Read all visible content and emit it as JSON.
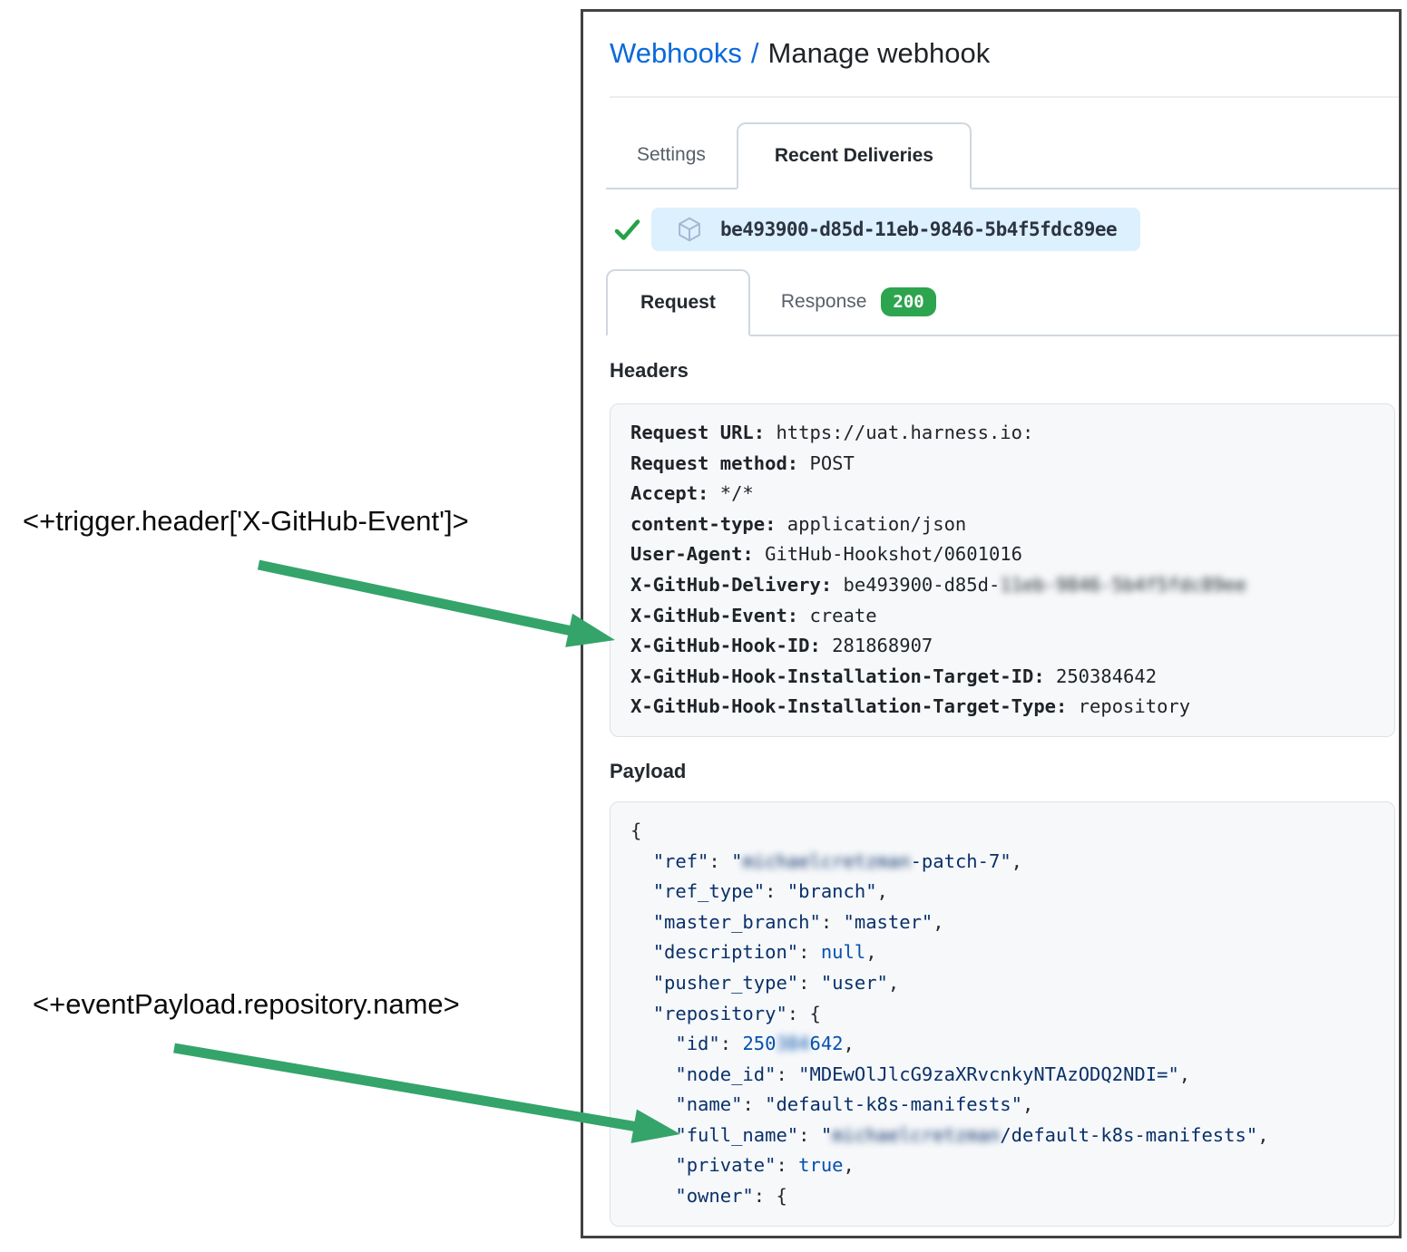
{
  "annotations": [
    {
      "text": "<+trigger.header['X-GitHub-Event']>"
    },
    {
      "text": "<+eventPayload.repository.name>"
    }
  ],
  "colors": {
    "link_blue": "#0969da",
    "badge_bg": "#ddf0fe",
    "success_green": "#2da44e",
    "check_green": "#26a148",
    "arrow_green": "#34a46a",
    "json_string": "#0a3069",
    "json_constant": "#0550ae"
  },
  "panel": {
    "breadcrumb": {
      "link": "Webhooks",
      "separator": "/",
      "current": "Manage webhook"
    },
    "tabs": [
      {
        "label": "Settings",
        "active": false
      },
      {
        "label": "Recent Deliveries",
        "active": true
      }
    ],
    "delivery": {
      "id": "be493900-d85d-11eb-9846-5b4f5fdc89ee",
      "status_icon": "check-icon",
      "badge_icon": "package-cube-icon"
    },
    "subtabs": {
      "request": "Request",
      "response": "Response",
      "response_status": "200"
    },
    "headers_title": "Headers",
    "headers": [
      {
        "key": "Request URL:",
        "value": "https://uat.harness.io:"
      },
      {
        "key": "Request method:",
        "value": "POST"
      },
      {
        "key": "Accept:",
        "value": "*/*"
      },
      {
        "key": "content-type:",
        "value": "application/json"
      },
      {
        "key": "User-Agent:",
        "value": "GitHub-Hookshot/0601016"
      },
      {
        "key": "X-GitHub-Delivery:",
        "value": "be493900-d85d-",
        "redacted": "11eb-9846-5b4f5fdc89ee"
      },
      {
        "key": "X-GitHub-Event:",
        "value": "create"
      },
      {
        "key": "X-GitHub-Hook-ID:",
        "value": "281868907"
      },
      {
        "key": "X-GitHub-Hook-Installation-Target-ID:",
        "value": "250384642"
      },
      {
        "key": "X-GitHub-Hook-Installation-Target-Type:",
        "value": "repository"
      }
    ],
    "payload_title": "Payload",
    "payload_lines": [
      [
        {
          "t": "{",
          "c": "jp"
        }
      ],
      [
        {
          "t": "  ",
          "c": "jp"
        },
        {
          "t": "\"ref\"",
          "c": "jk"
        },
        {
          "t": ": ",
          "c": "jp"
        },
        {
          "t": "\"",
          "c": "jk"
        },
        {
          "t": "michaelcretzman",
          "c": "jk red"
        },
        {
          "t": "-patch-7\"",
          "c": "jk"
        },
        {
          "t": ",",
          "c": "jp"
        }
      ],
      [
        {
          "t": "  ",
          "c": "jp"
        },
        {
          "t": "\"ref_type\"",
          "c": "jk"
        },
        {
          "t": ": ",
          "c": "jp"
        },
        {
          "t": "\"branch\"",
          "c": "jk"
        },
        {
          "t": ",",
          "c": "jp"
        }
      ],
      [
        {
          "t": "  ",
          "c": "jp"
        },
        {
          "t": "\"master_branch\"",
          "c": "jk"
        },
        {
          "t": ": ",
          "c": "jp"
        },
        {
          "t": "\"master\"",
          "c": "jk"
        },
        {
          "t": ",",
          "c": "jp"
        }
      ],
      [
        {
          "t": "  ",
          "c": "jp"
        },
        {
          "t": "\"description\"",
          "c": "jk"
        },
        {
          "t": ": ",
          "c": "jp"
        },
        {
          "t": "null",
          "c": "jb"
        },
        {
          "t": ",",
          "c": "jp"
        }
      ],
      [
        {
          "t": "  ",
          "c": "jp"
        },
        {
          "t": "\"pusher_type\"",
          "c": "jk"
        },
        {
          "t": ": ",
          "c": "jp"
        },
        {
          "t": "\"user\"",
          "c": "jk"
        },
        {
          "t": ",",
          "c": "jp"
        }
      ],
      [
        {
          "t": "  ",
          "c": "jp"
        },
        {
          "t": "\"repository\"",
          "c": "jk"
        },
        {
          "t": ": {",
          "c": "jp"
        }
      ],
      [
        {
          "t": "    ",
          "c": "jp"
        },
        {
          "t": "\"id\"",
          "c": "jk"
        },
        {
          "t": ": ",
          "c": "jp"
        },
        {
          "t": "250",
          "c": "jb"
        },
        {
          "t": "384",
          "c": "jb red"
        },
        {
          "t": "642",
          "c": "jb"
        },
        {
          "t": ",",
          "c": "jp"
        }
      ],
      [
        {
          "t": "    ",
          "c": "jp"
        },
        {
          "t": "\"node_id\"",
          "c": "jk"
        },
        {
          "t": ": ",
          "c": "jp"
        },
        {
          "t": "\"MDEwOlJlcG9zaXRvcnkyNTAzODQ2NDI=\"",
          "c": "jk"
        },
        {
          "t": ",",
          "c": "jp"
        }
      ],
      [
        {
          "t": "    ",
          "c": "jp"
        },
        {
          "t": "\"name\"",
          "c": "jk"
        },
        {
          "t": ": ",
          "c": "jp"
        },
        {
          "t": "\"default-k8s-manifests\"",
          "c": "jk"
        },
        {
          "t": ",",
          "c": "jp"
        }
      ],
      [
        {
          "t": "    ",
          "c": "jp"
        },
        {
          "t": "\"full_name\"",
          "c": "jk"
        },
        {
          "t": ": ",
          "c": "jp"
        },
        {
          "t": "\"",
          "c": "jk"
        },
        {
          "t": "michaelcretzman",
          "c": "jk red"
        },
        {
          "t": "/default-k8s-manifests\"",
          "c": "jk"
        },
        {
          "t": ",",
          "c": "jp"
        }
      ],
      [
        {
          "t": "    ",
          "c": "jp"
        },
        {
          "t": "\"private\"",
          "c": "jk"
        },
        {
          "t": ": ",
          "c": "jp"
        },
        {
          "t": "true",
          "c": "jb"
        },
        {
          "t": ",",
          "c": "jp"
        }
      ],
      [
        {
          "t": "    ",
          "c": "jp"
        },
        {
          "t": "\"owner\"",
          "c": "jk"
        },
        {
          "t": ": {",
          "c": "jp"
        }
      ]
    ]
  }
}
